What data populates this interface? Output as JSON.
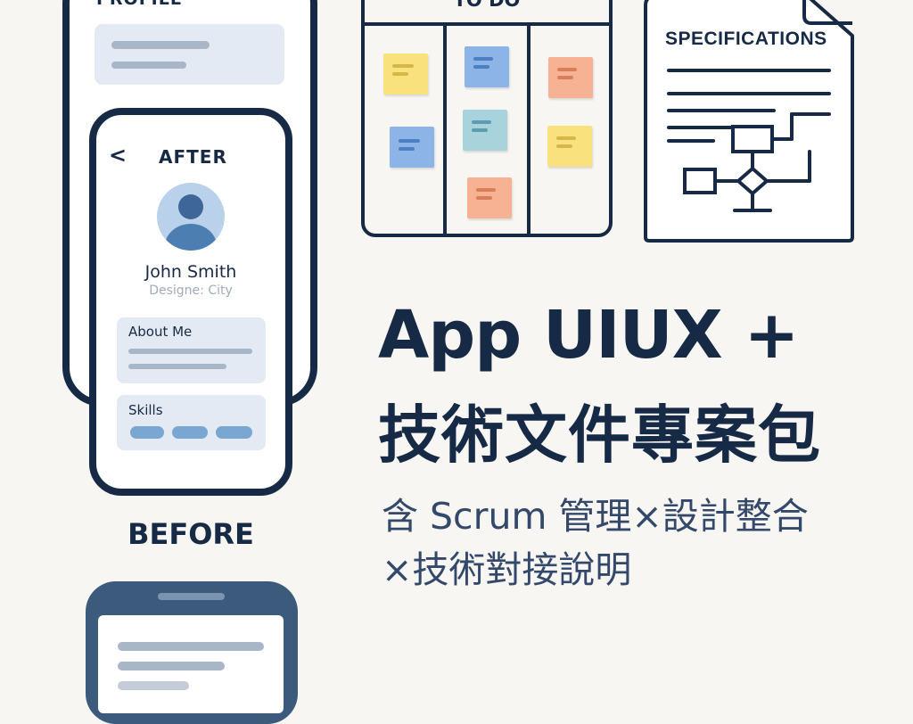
{
  "profile_mockup": {
    "title": "PROFILE"
  },
  "after_mockup": {
    "back_glyph": "<",
    "title": "AFTER",
    "user_name": "John Smith",
    "user_role": "Designe: City",
    "about_label": "About Me",
    "skills_label": "Skills"
  },
  "before_mockup": {
    "label": "BEFORE"
  },
  "kanban": {
    "title": "TO DO",
    "note_colors": {
      "yellow": "#f9e27d",
      "blue": "#8db4e6",
      "teal": "#a9d3dc",
      "orange": "#f6b293"
    }
  },
  "spec_doc": {
    "title": "SPECIFICATIONS"
  },
  "headline": {
    "line1": "App UIUX +",
    "line2": "技術文件專案包"
  },
  "subheadline": {
    "line1": "含 Scrum 管理×設計整合",
    "line2": "×技術對接說明"
  },
  "colors": {
    "navy": "#172a45",
    "background": "#f7f6f3",
    "card": "#e4eaf4",
    "accent": "#7aa7d2"
  }
}
